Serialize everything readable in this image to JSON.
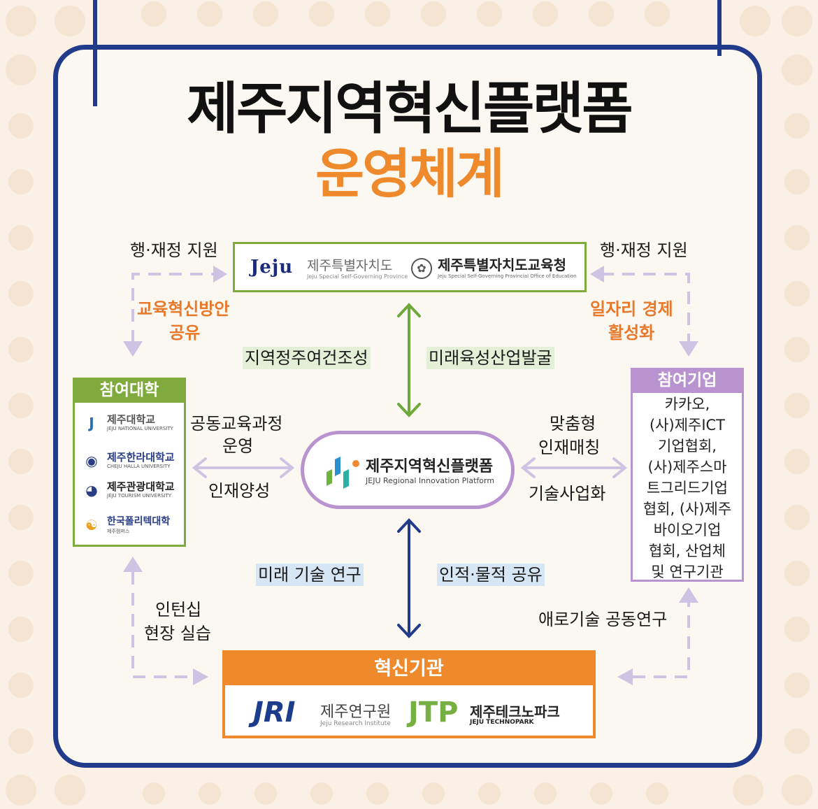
{
  "title": {
    "line1": "제주지역혁신플랫폼",
    "line2": "운영체계"
  },
  "colors": {
    "navy": "#223a8a",
    "orange": "#ee8a2c",
    "green": "#7faa3d",
    "purple": "#b993cf"
  },
  "government": {
    "province_logo": "Jeju",
    "province_name": "제주특별자치도",
    "province_sub": "Jeju Special Self-Governing Province",
    "education_name": "제주특별자치도교육청",
    "education_sub": "Jeju Special Self-Governing Provincial Office of Education"
  },
  "labels": {
    "admin_support_left": "행·재정 지원",
    "admin_support_right": "행·재정 지원",
    "edu_innovation": "교육혁신방안",
    "edu_innovation_2": "공유",
    "job_economy": "일자리 경제",
    "job_economy_2": "활성화",
    "regional_settlement": "지역정주여건조성",
    "future_industry": "미래육성산업발굴",
    "joint_curriculum": "공동교육과정",
    "joint_curriculum_2": "운영",
    "talent_development": "인재양성",
    "custom": "맞춤형",
    "talent_matching": "인재매칭",
    "tech_commercialization": "기술사업화",
    "future_tech_research": "미래 기술 연구",
    "resource_sharing": "인적·물적 공유",
    "internship": "인턴십",
    "field_practice": "현장 실습",
    "bottleneck_research": "애로기술 공동연구"
  },
  "universities": {
    "header": "참여대학",
    "items": [
      {
        "name": "제주대학교",
        "en": "JEJU NATIONAL UNIVERSITY"
      },
      {
        "name": "제주한라대학교",
        "en": "CHEJU HALLA UNIVERSITY"
      },
      {
        "name": "제주관광대학교",
        "en": "JEJU TOURISM UNIVERSITY"
      },
      {
        "name": "한국폴리텍대학",
        "en": "제주캠퍼스"
      }
    ]
  },
  "companies": {
    "header": "참여기업",
    "lines": [
      "카카오,",
      "(사)제주ICT",
      "기업협회,",
      "(사)제주스마",
      "트그리드기업",
      "협회, (사)제주",
      "바이오기업",
      "협회, 산업체",
      "및 연구기관"
    ]
  },
  "platform": {
    "name": "제주지역혁신플랫폼",
    "en": "JEJU Regional Innovation Platform"
  },
  "institutions": {
    "header": "혁신기관",
    "jri_mark": "JRI",
    "jri_name": "제주연구원",
    "jri_en": "Jeju Research Institute",
    "jtp_mark": "JTP",
    "jtp_name": "제주테크노파크",
    "jtp_en": "JEJU TECHNOPARK"
  }
}
